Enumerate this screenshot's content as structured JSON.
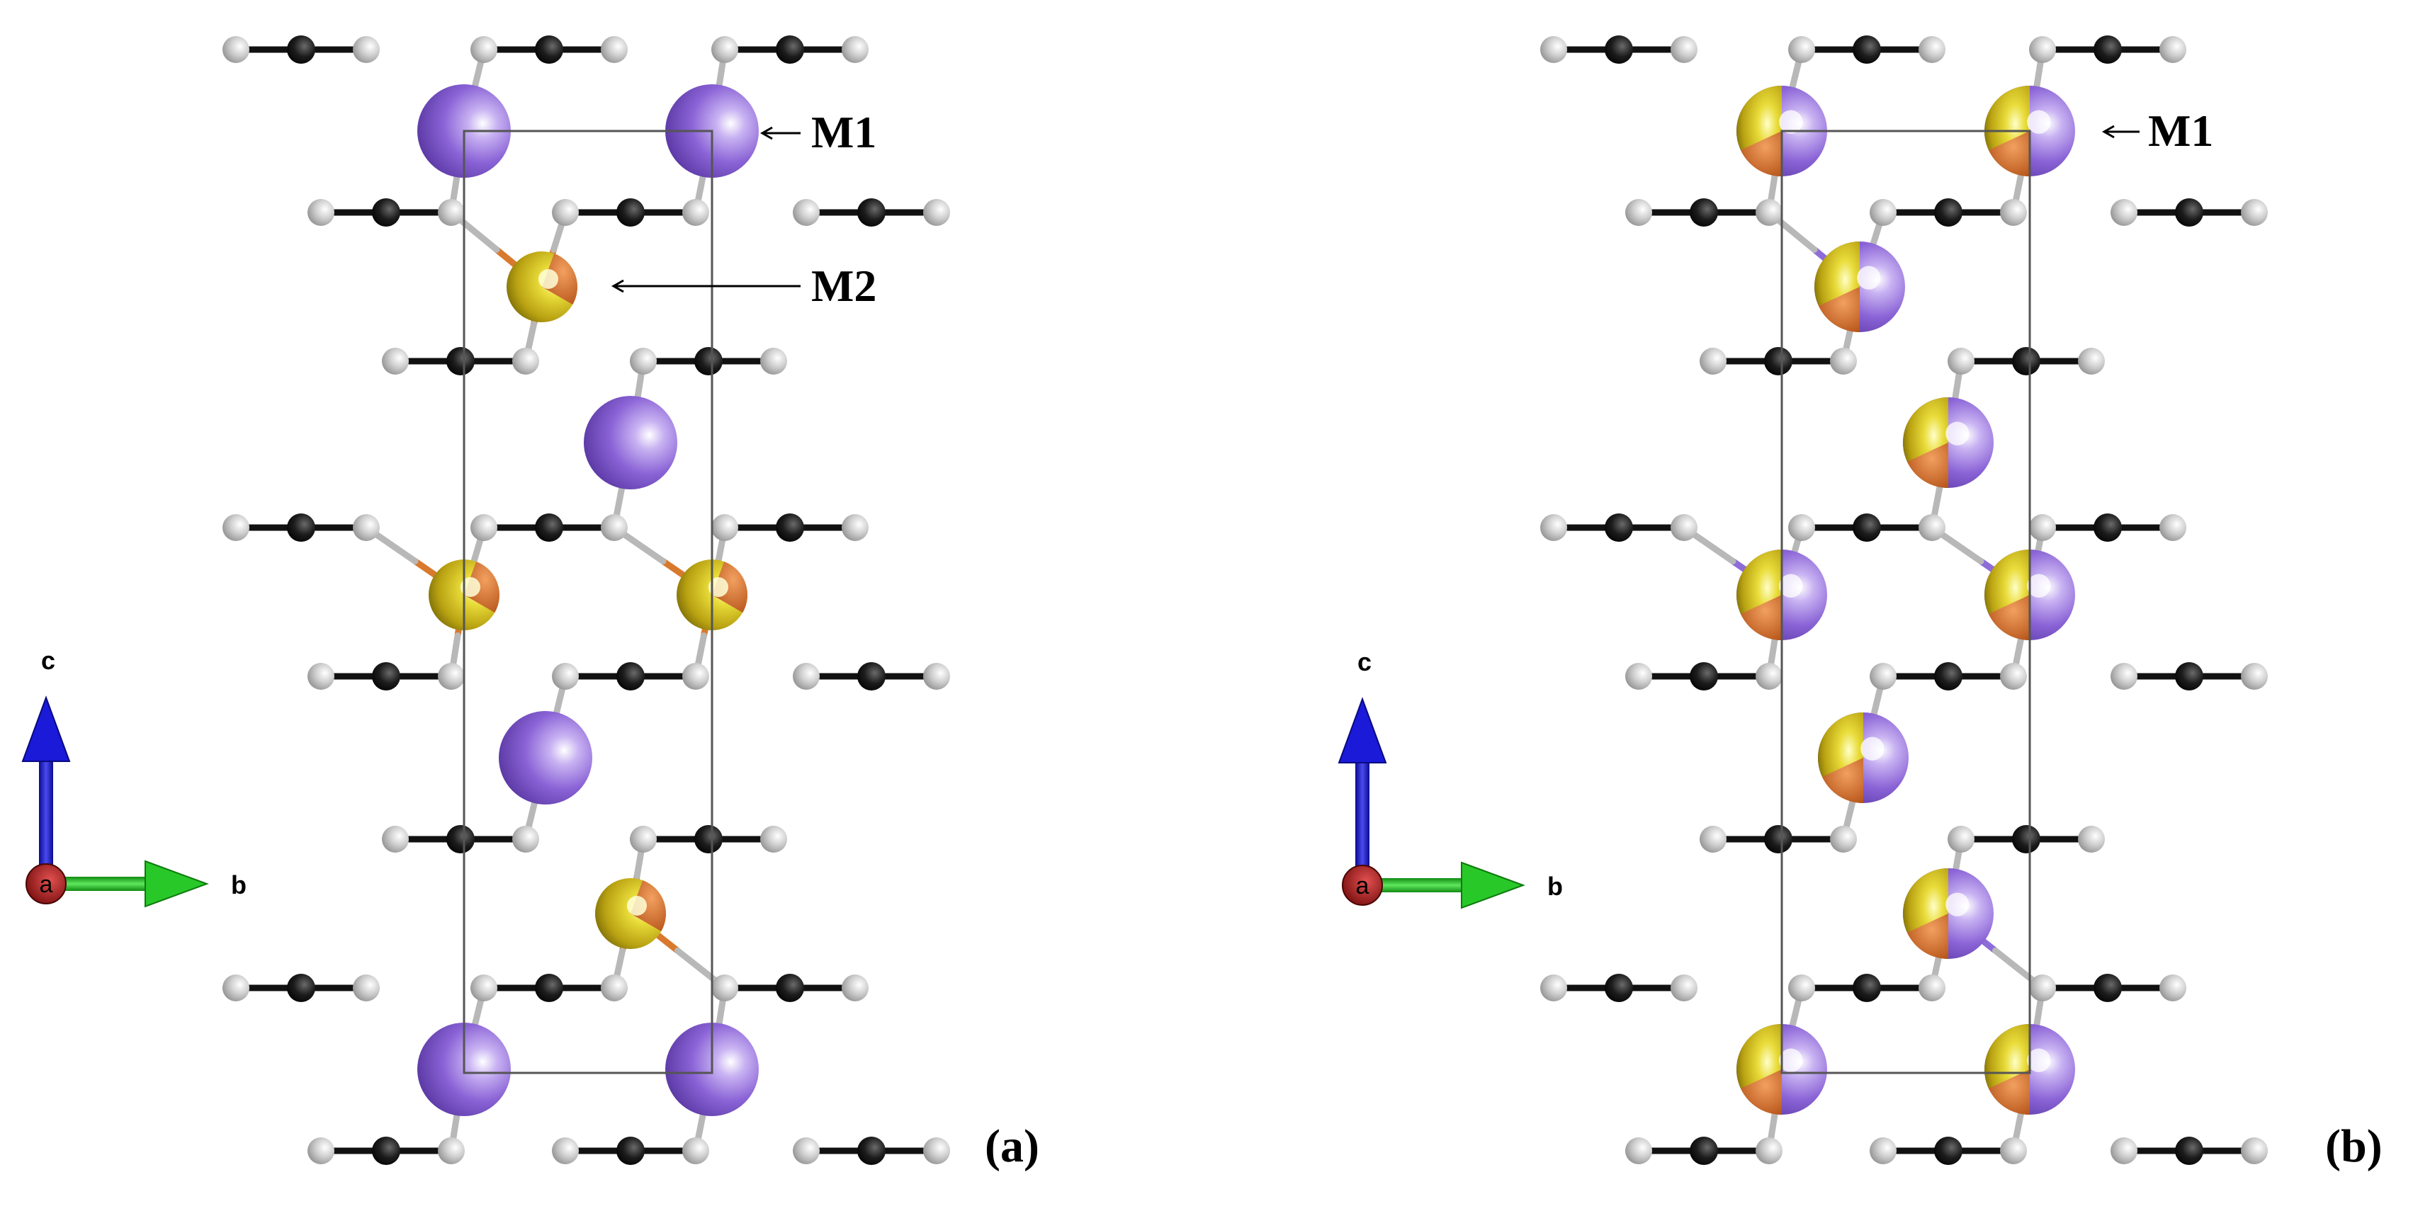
{
  "panels": [
    {
      "id": "a",
      "label": "(a)",
      "annotations": [
        "M1",
        "M2"
      ],
      "mixed_all_metal": false
    },
    {
      "id": "b",
      "label": "(b)",
      "annotations": [
        "M1"
      ],
      "mixed_all_metal": true
    }
  ],
  "axes_triad": {
    "a": "a",
    "b": "b",
    "c": "c"
  },
  "colors": {
    "metal_purple": "#8a63d6",
    "metal_yellow": "#d9c21f",
    "metal_orange": "#d96f26",
    "dark_atom": "#141414",
    "light_atom": "#c4c4c4",
    "bond_purple": "#8e6cd8",
    "bond_grey": "#b8b8b8",
    "cell_line": "#555555",
    "axis_c": "#1414c8",
    "axis_b": "#22c022",
    "axis_a": "#9a1010"
  }
}
